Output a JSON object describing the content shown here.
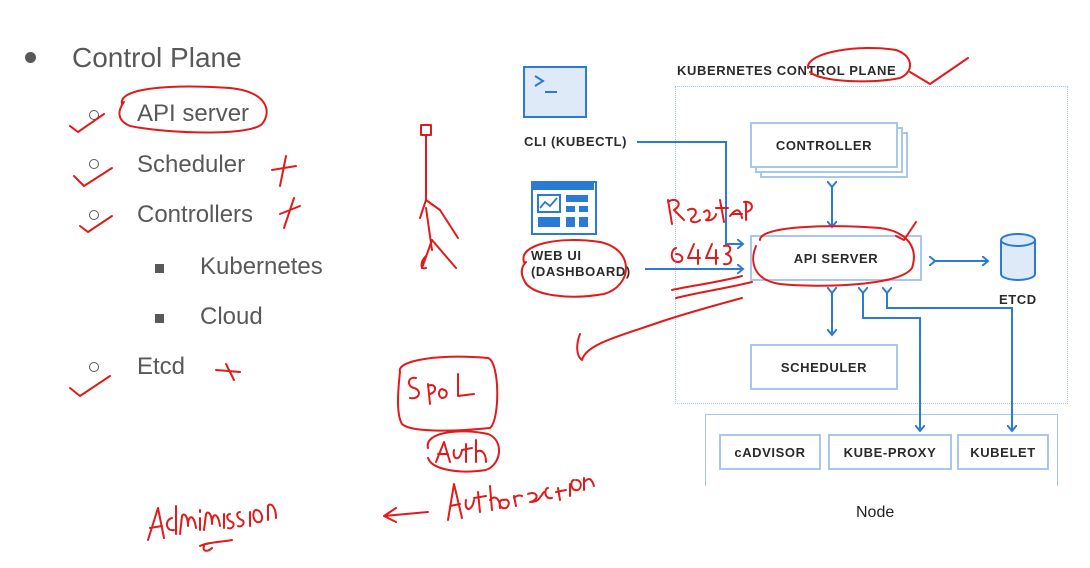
{
  "outline": {
    "control_plane": "Control Plane",
    "api_server": "API server",
    "scheduler": "Scheduler",
    "controllers": "Controllers",
    "kubernetes": "Kubernetes",
    "cloud": "Cloud",
    "etcd": "Etcd"
  },
  "diagram": {
    "title": "KUBERNETES CONTROL PLANE",
    "cli_label": "CLI (KUBECTL)",
    "webui_label_line1": "WEB UI",
    "webui_label_line2": "(DASHBOARD)",
    "controller": "CONTROLLER",
    "api_server": "API SERVER",
    "scheduler": "SCHEDULER",
    "etcd": "ETCD",
    "node_components": [
      "cADVISOR",
      "KUBE-PROXY",
      "KUBELET"
    ],
    "node_label": "Node",
    "accent_color": "#2b7bd6",
    "border_color": "#a9c6ec"
  },
  "annotations": {
    "ink_color": "#e11b1b",
    "notes": [
      "RestAPI",
      "6443",
      "SpoL",
      "Auth",
      "Authorization",
      "Admission"
    ]
  }
}
